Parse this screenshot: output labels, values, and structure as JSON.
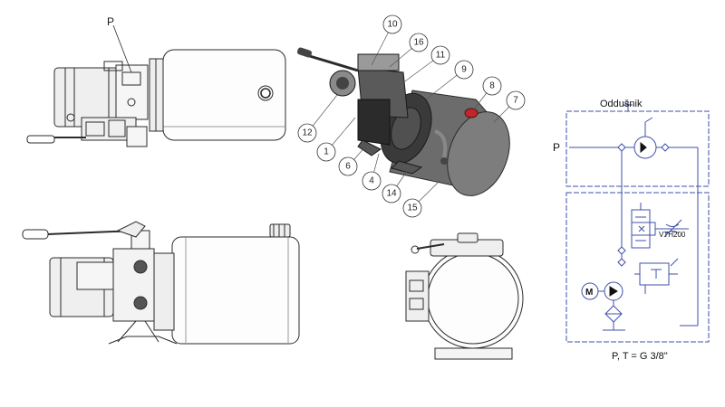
{
  "labels": {
    "top_view_port": "P",
    "schematic_breather": "Oddušnik",
    "schematic_port": "P",
    "schematic_valve": "VTH200",
    "schematic_motor": "M",
    "schematic_ports": "P, T = G 3/8\""
  },
  "callouts": [
    "10",
    "16",
    "11",
    "9",
    "8",
    "7",
    "12",
    "1",
    "6",
    "4",
    "14",
    "15"
  ],
  "colors": {
    "line": "#2b2b2b",
    "schematic_blue": "#3f51a8",
    "body_dark": "#5a5a5a",
    "tank_dark": "#6c6c6c",
    "red_cap": "#c0262b"
  }
}
